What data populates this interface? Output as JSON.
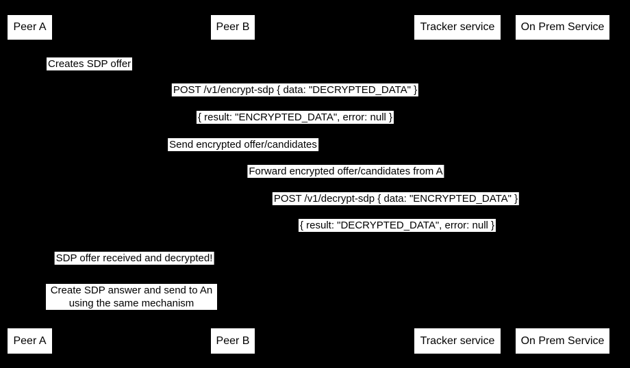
{
  "colors": {
    "background": "#000000",
    "box_fill": "#ffffff",
    "text": "#000000"
  },
  "actors": {
    "peer_a": "Peer A",
    "peer_b": "Peer B",
    "tracker": "Tracker service",
    "on_prem": "On Prem Service"
  },
  "messages": [
    {
      "text": "Creates SDP offer"
    },
    {
      "text": "POST /v1/encrypt-sdp { data: \"DECRYPTED_DATA\" }"
    },
    {
      "text": "{ result: \"ENCRYPTED_DATA\", error: null }"
    },
    {
      "text": "Send encrypted offer/candidates"
    },
    {
      "text": "Forward encrypted offer/candidates from A"
    },
    {
      "text": "POST /v1/decrypt-sdp { data: \"ENCRYPTED_DATA\" }"
    },
    {
      "text": "{ result: \"DECRYPTED_DATA\", error: null }"
    },
    {
      "text": "SDP offer received and decrypted!"
    }
  ],
  "note": {
    "line1": "Create SDP answer and send to An",
    "line2": "using the same mechanism"
  }
}
